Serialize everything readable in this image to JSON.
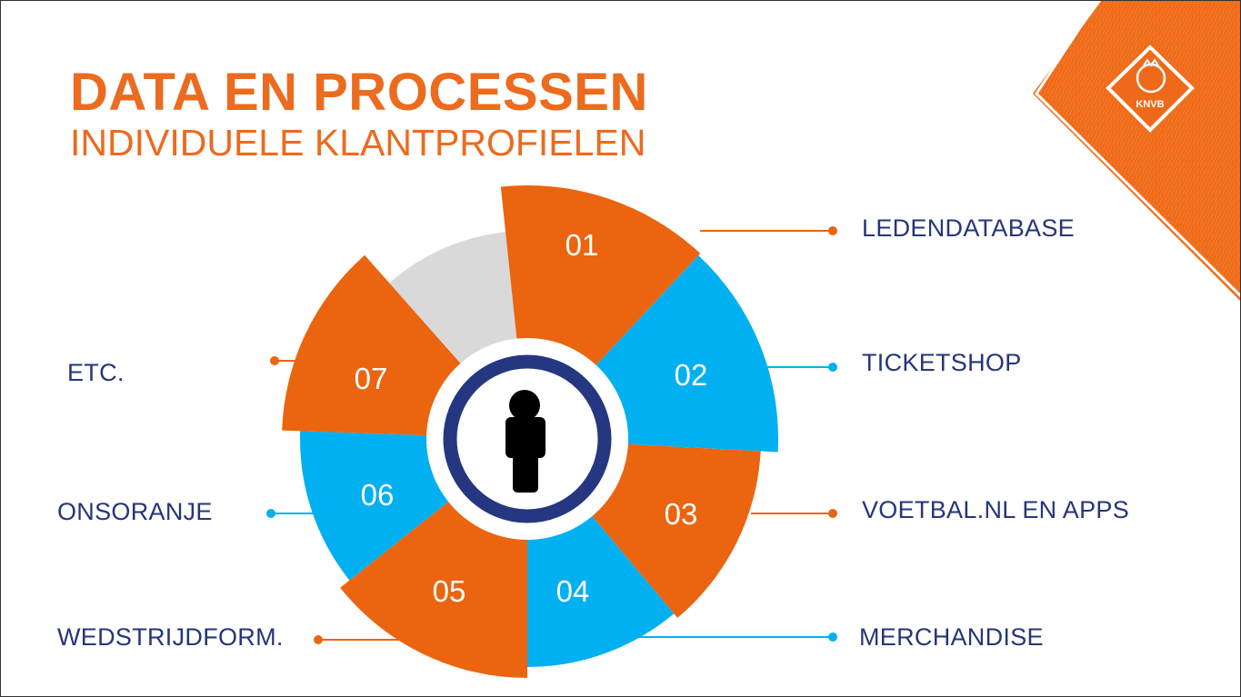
{
  "slide": {
    "title": "DATA EN PROCESSEN",
    "subtitle": "INDIVIDUELE KLANTPROFIELEN"
  },
  "logo": {
    "text": "KNVB"
  },
  "colors": {
    "orange": "#eb640f",
    "blue": "#00b0f0",
    "gray": "#d9d9d9",
    "navy": "#253780",
    "label": "#26357a"
  },
  "center_icon": "person-icon",
  "segments": [
    {
      "number": "01",
      "label": "LEDENDATABASE",
      "color": "orange"
    },
    {
      "number": "02",
      "label": "TICKETSHOP",
      "color": "blue"
    },
    {
      "number": "03",
      "label": "VOETBAL.NL EN APPS",
      "color": "orange"
    },
    {
      "number": "04",
      "label": "MERCHANDISE",
      "color": "blue"
    },
    {
      "number": "05",
      "label": "WEDSTRIJDFORM.",
      "color": "orange"
    },
    {
      "number": "06",
      "label": "ONSORANJE",
      "color": "blue"
    },
    {
      "number": "07",
      "label": "ETC.",
      "color": "orange"
    }
  ]
}
